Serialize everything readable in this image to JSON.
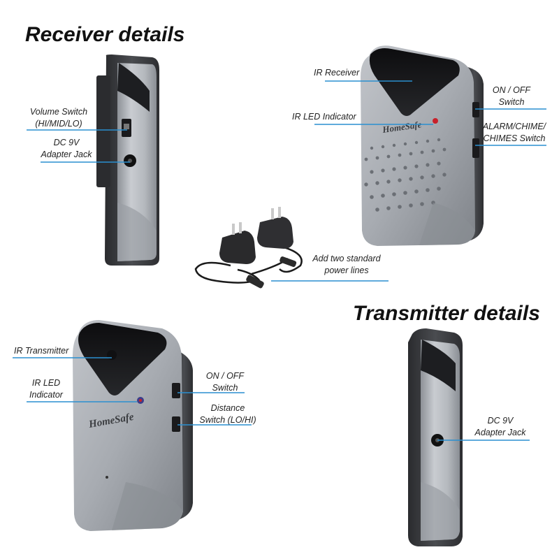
{
  "headings": {
    "receiver": "Receiver details",
    "transmitter": "Transmitter details"
  },
  "labels": {
    "receiver_volume_switch": "Volume Switch\n(HI/MID/LO)",
    "receiver_dc_jack": "DC 9V\nAdapter Jack",
    "receiver_ir_receiver": "IR Receiver",
    "receiver_ir_led": "IR LED Indicator",
    "receiver_on_off": "ON / OFF\nSwitch",
    "receiver_alarm_switch": "ALARM/CHIME/\nCHIMES Switch",
    "power_lines": "Add two standard\npower lines",
    "transmitter_ir_transmitter": "IR Transmitter",
    "transmitter_ir_led": "IR LED\nIndicator",
    "transmitter_on_off": "ON / OFF\nSwitch",
    "transmitter_distance_switch": "Distance\nSwitch (LO/HI)",
    "transmitter_dc_jack": "DC 9V\nAdapter Jack"
  },
  "brand": "HomeSafe",
  "colors": {
    "callout_line": "#2a8fd0",
    "device_silver": "#a8acb2",
    "device_dark": "#3a3c40",
    "led_red": "#c8202a"
  }
}
